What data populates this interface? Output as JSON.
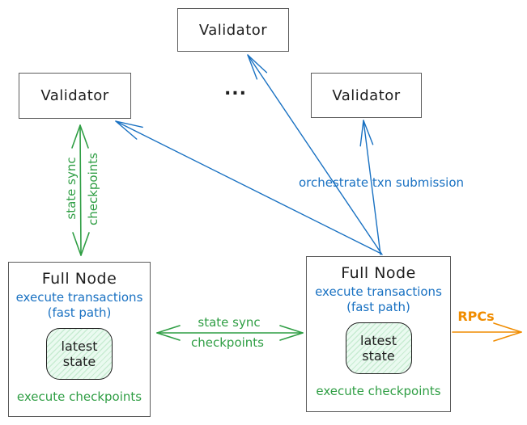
{
  "diagram": {
    "validators": {
      "top": "Validator",
      "left": "Validator",
      "right": "Validator"
    },
    "ellipsis": "...",
    "full_node_left": {
      "title": "Full Node",
      "execute_transactions": "execute transactions",
      "fast_path": "(fast path)",
      "latest_state_line1": "latest",
      "latest_state_line2": "state",
      "execute_checkpoints": "execute checkpoints"
    },
    "full_node_right": {
      "title": "Full Node",
      "execute_transactions": "execute transactions",
      "fast_path": "(fast path)",
      "latest_state_line1": "latest",
      "latest_state_line2": "state",
      "execute_checkpoints": "execute checkpoints"
    },
    "arrow_labels": {
      "left_sync_line1": "state sync",
      "left_sync_line2": "checkpoints",
      "mid_sync_line1": "state sync",
      "mid_sync_line2": "checkpoints",
      "orchestrate": "orchestrate txn submission",
      "rpcs": "RPCs"
    },
    "colors": {
      "blue": "#1971c2",
      "green": "#2f9e44",
      "orange": "#f08c00",
      "border": "#5c5c5c",
      "text": "#1e1e1e",
      "state_fill": "#eafaf0",
      "state_hatch": "#c8ecd2"
    }
  }
}
